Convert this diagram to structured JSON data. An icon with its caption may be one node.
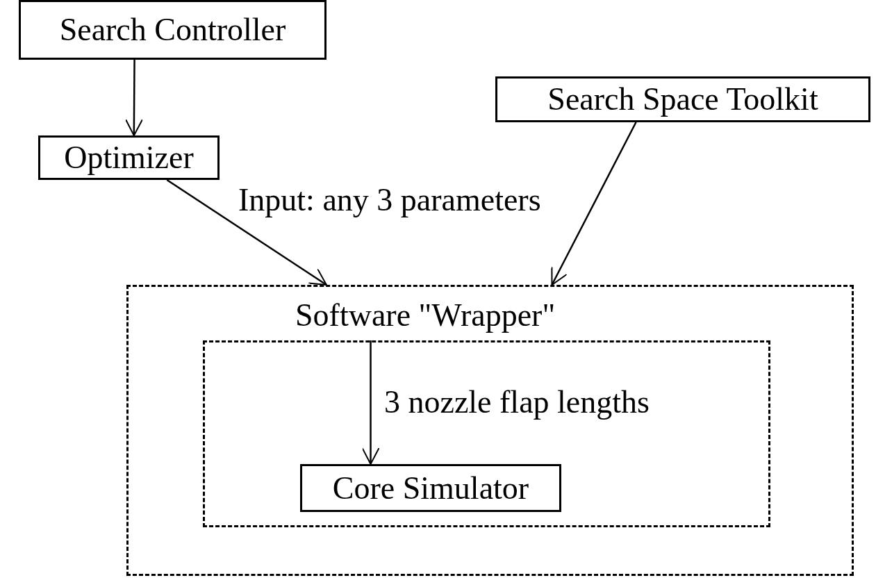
{
  "diagram": {
    "nodes": [
      {
        "text": [
          "Search Controller"
        ]
      },
      {
        "text": [
          "Optimizer"
        ]
      },
      {
        "text": [
          "Search Space Toolkit"
        ]
      },
      {
        "text": [
          "Software \"Wrapper\""
        ]
      },
      {
        "text": [],
        "shape": "box",
        "in": 3
      },
      {
        "text": [
          "Core Simulator"
        ],
        "in": 4
      }
    ],
    "edges": [
      {
        "from": 0,
        "to": 1,
        "arrow": "to"
      },
      {
        "from": 1,
        "to": 3,
        "arrow": "to",
        "label": "Input: any 3 parameters"
      },
      {
        "from": 2,
        "to": 3,
        "arrow": "to"
      },
      {
        "from": 4,
        "to": 5,
        "arrow": "to",
        "label": "3 nozzle flap lengths"
      }
    ]
  }
}
